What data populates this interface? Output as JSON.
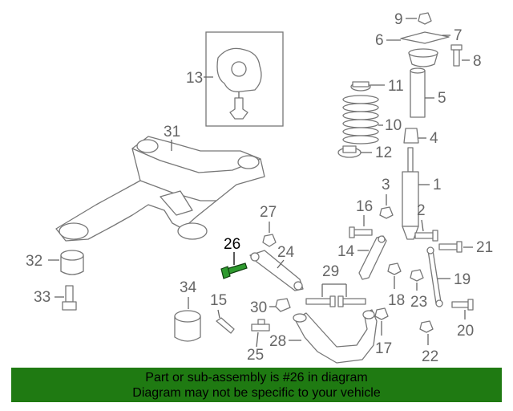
{
  "diagram": {
    "callouts": {
      "c1": "1",
      "c2": "2",
      "c3": "3",
      "c4": "4",
      "c5": "5",
      "c6": "6",
      "c7": "7",
      "c8": "8",
      "c9": "9",
      "c10": "10",
      "c11": "11",
      "c12": "12",
      "c13": "13",
      "c14": "14",
      "c15": "15",
      "c16": "16",
      "c17": "17",
      "c18": "18",
      "c19": "19",
      "c20": "20",
      "c21": "21",
      "c22": "22",
      "c23": "23",
      "c24": "24",
      "c25": "25",
      "c26": "26",
      "c27": "27",
      "c28": "28",
      "c29": "29",
      "c30": "30",
      "c31": "31",
      "c32": "32",
      "c33": "33",
      "c34": "34"
    },
    "highlighted_part": "26",
    "highlight_color": "#2e9a2e"
  },
  "banner": {
    "line1": "Part or sub-assembly is #26 in diagram",
    "line2": "Diagram may not be specific to your vehicle",
    "background": "#1f7a12"
  }
}
